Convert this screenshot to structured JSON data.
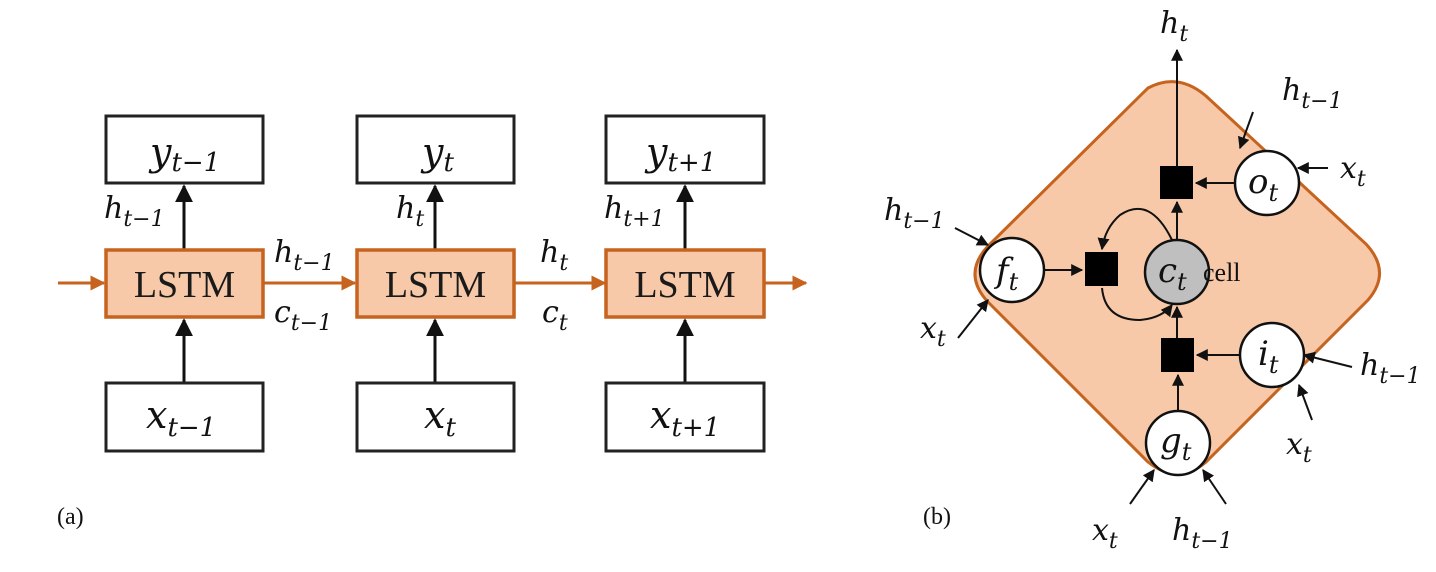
{
  "colors": {
    "orange_stroke": "#C5631F",
    "orange_fill": "#F7C9A8",
    "cell_fill": "#BFBFBF",
    "black": "#111111",
    "white": "#ffffff"
  },
  "panel_a": {
    "label": "(a)",
    "cells": [
      {
        "lstm_label": "LSTM",
        "output": {
          "base": "y",
          "sub": "t−1"
        },
        "input": {
          "base": "x",
          "sub": "t−1"
        },
        "hidden_up": {
          "base": "h",
          "sub": "t−1"
        }
      },
      {
        "lstm_label": "LSTM",
        "output": {
          "base": "y",
          "sub": "t"
        },
        "input": {
          "base": "x",
          "sub": "t"
        },
        "hidden_up": {
          "base": "h",
          "sub": "t"
        }
      },
      {
        "lstm_label": "LSTM",
        "output": {
          "base": "y",
          "sub": "t+1"
        },
        "input": {
          "base": "x",
          "sub": "t+1"
        },
        "hidden_up": {
          "base": "h",
          "sub": "t+1"
        }
      }
    ],
    "links": [
      {
        "h": {
          "base": "h",
          "sub": "t−1"
        },
        "c": {
          "base": "c",
          "sub": "t−1"
        }
      },
      {
        "h": {
          "base": "h",
          "sub": "t"
        },
        "c": {
          "base": "c",
          "sub": "t"
        }
      }
    ]
  },
  "panel_b": {
    "label": "(b)",
    "output_label": {
      "base": "h",
      "sub": "t"
    },
    "cell_word": "cell",
    "nodes": {
      "forget": {
        "base": "f",
        "sub": "t"
      },
      "cell": {
        "base": "c",
        "sub": "t"
      },
      "output": {
        "base": "o",
        "sub": "t"
      },
      "input": {
        "base": "i",
        "sub": "t"
      },
      "gate": {
        "base": "g",
        "sub": "t"
      }
    },
    "inputs": {
      "forget_h": {
        "base": "h",
        "sub": "t−1"
      },
      "forget_x": {
        "base": "x",
        "sub": "t"
      },
      "output_h": {
        "base": "h",
        "sub": "t−1"
      },
      "output_x": {
        "base": "x",
        "sub": "t"
      },
      "input_h": {
        "base": "h",
        "sub": "t−1"
      },
      "input_x": {
        "base": "x",
        "sub": "t"
      },
      "gate_x": {
        "base": "x",
        "sub": "t"
      },
      "gate_h": {
        "base": "h",
        "sub": "t−1"
      }
    }
  }
}
